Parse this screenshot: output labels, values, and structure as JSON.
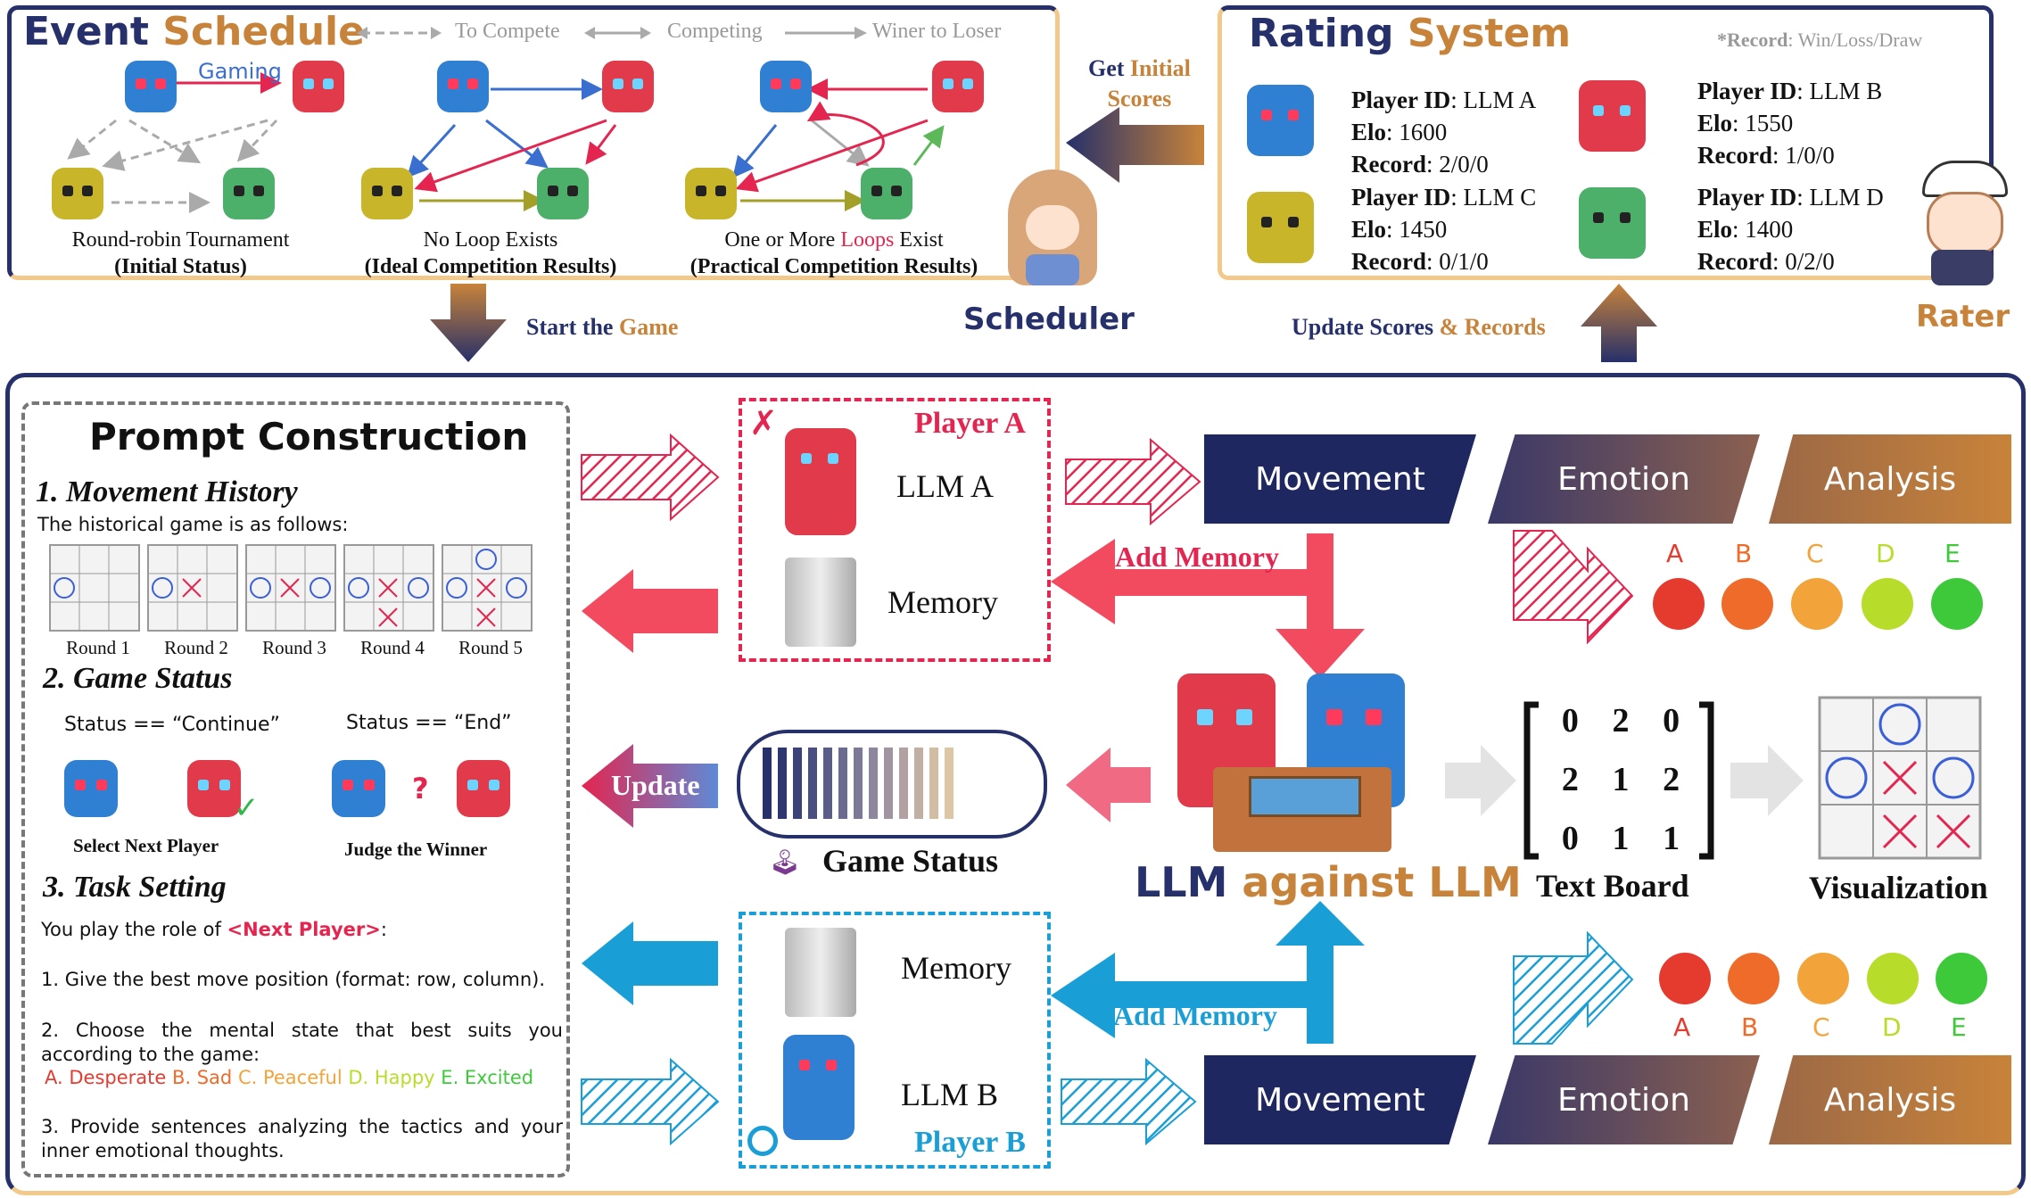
{
  "event_schedule": {
    "title_part1": "Event",
    "title_part2": "Schedule",
    "legend": [
      "To Compete",
      "Competing",
      "Winer to Loser"
    ],
    "gaming_label": "Gaming",
    "groups": [
      {
        "line1": "Round-robin Tournament",
        "line2": "(Initial Status)"
      },
      {
        "line1": "No Loop Exists",
        "line2": "(Ideal Competition Results)"
      },
      {
        "line1_a": "One or More ",
        "line1_b": "Loops",
        "line1_c": " Exist",
        "line2": "(Practical Competition Results)"
      }
    ]
  },
  "rating_system": {
    "title_part1": "Rating",
    "title_part2": "System",
    "record_note_a": "*Record",
    "record_note_b": ": Win/Loss/Draw",
    "players": [
      {
        "id_label": "Player ID",
        "id": ": LLM A",
        "elo_label": "Elo",
        "elo": ": 1600",
        "record_label": "Record",
        "record": ": 2/0/0"
      },
      {
        "id_label": "Player ID",
        "id": ": LLM B",
        "elo_label": "Elo",
        "elo": ": 1550",
        "record_label": "Record",
        "record": ": 1/0/0"
      },
      {
        "id_label": "Player ID",
        "id": ": LLM C",
        "elo_label": "Elo",
        "elo": ": 1450",
        "record_label": "Record",
        "record": ": 0/1/0"
      },
      {
        "id_label": "Player ID",
        "id": ": LLM D",
        "elo_label": "Elo",
        "elo": ": 1400",
        "record_label": "Record",
        "record": ": 0/2/0"
      }
    ]
  },
  "connectors": {
    "get_initial_a": "Get ",
    "get_initial_b": "Initial",
    "get_initial_c": "Scores",
    "start_a": "Start the ",
    "start_b": "Game",
    "update_a": "Update Scores ",
    "update_b": "& Records",
    "scheduler": "Scheduler",
    "rater": "Rater"
  },
  "prompt": {
    "title": "Prompt Construction",
    "s1": "1. Movement History",
    "s1_text": "The historical game is as follows:",
    "rounds": [
      "Round 1",
      "Round 2",
      "Round 3",
      "Round 4",
      "Round 5"
    ],
    "s2": "2. Game Status",
    "status_continue": "Status == “Continue”",
    "status_end": "Status == “End”",
    "select_next": "Select Next Player",
    "judge_winner": "Judge the Winner",
    "question_mark": "?",
    "s3": "3. Task Setting",
    "role_a": "You play the role of ",
    "role_b": "<Next Player>",
    "role_c": ":",
    "item1": "1.   Give the best move position (format: row, column).",
    "item2": "2. Choose the mental state that best suits you according to the game:",
    "moods": [
      "A. Desperate ",
      "B. Sad ",
      "C. Peaceful ",
      "D. Happy ",
      "E. Excited"
    ],
    "item3": "3. Provide sentences analyzing the tactics and your inner emotional thoughts."
  },
  "center": {
    "player_a": "Player A",
    "llm_a": "LLM A",
    "memory": "Memory",
    "player_b": "Player B",
    "llm_b": "LLM B",
    "add_memory": "Add Memory",
    "update": "Update",
    "game_status": "Game Status",
    "llm_vs_a": "LLM ",
    "llm_vs_b": "against",
    "llm_vs_c": " LLM"
  },
  "right": {
    "ribbons": [
      "Movement",
      "Emotion",
      "Analysis"
    ],
    "mood_letters": [
      "A",
      "B",
      "C",
      "D",
      "E"
    ],
    "matrix": [
      "0",
      "2",
      "0",
      "2",
      "1",
      "2",
      "0",
      "1",
      "1"
    ],
    "text_board": "Text Board",
    "visualization": "Visualization"
  },
  "colors": {
    "navy": "#26306a",
    "orange": "#c8833a",
    "red": "#e4254f",
    "blue": "#1a9ed6",
    "mood": [
      "#e53b2f",
      "#ef6b2a",
      "#f2a33a",
      "#b7dc2a",
      "#3ec93b"
    ]
  }
}
